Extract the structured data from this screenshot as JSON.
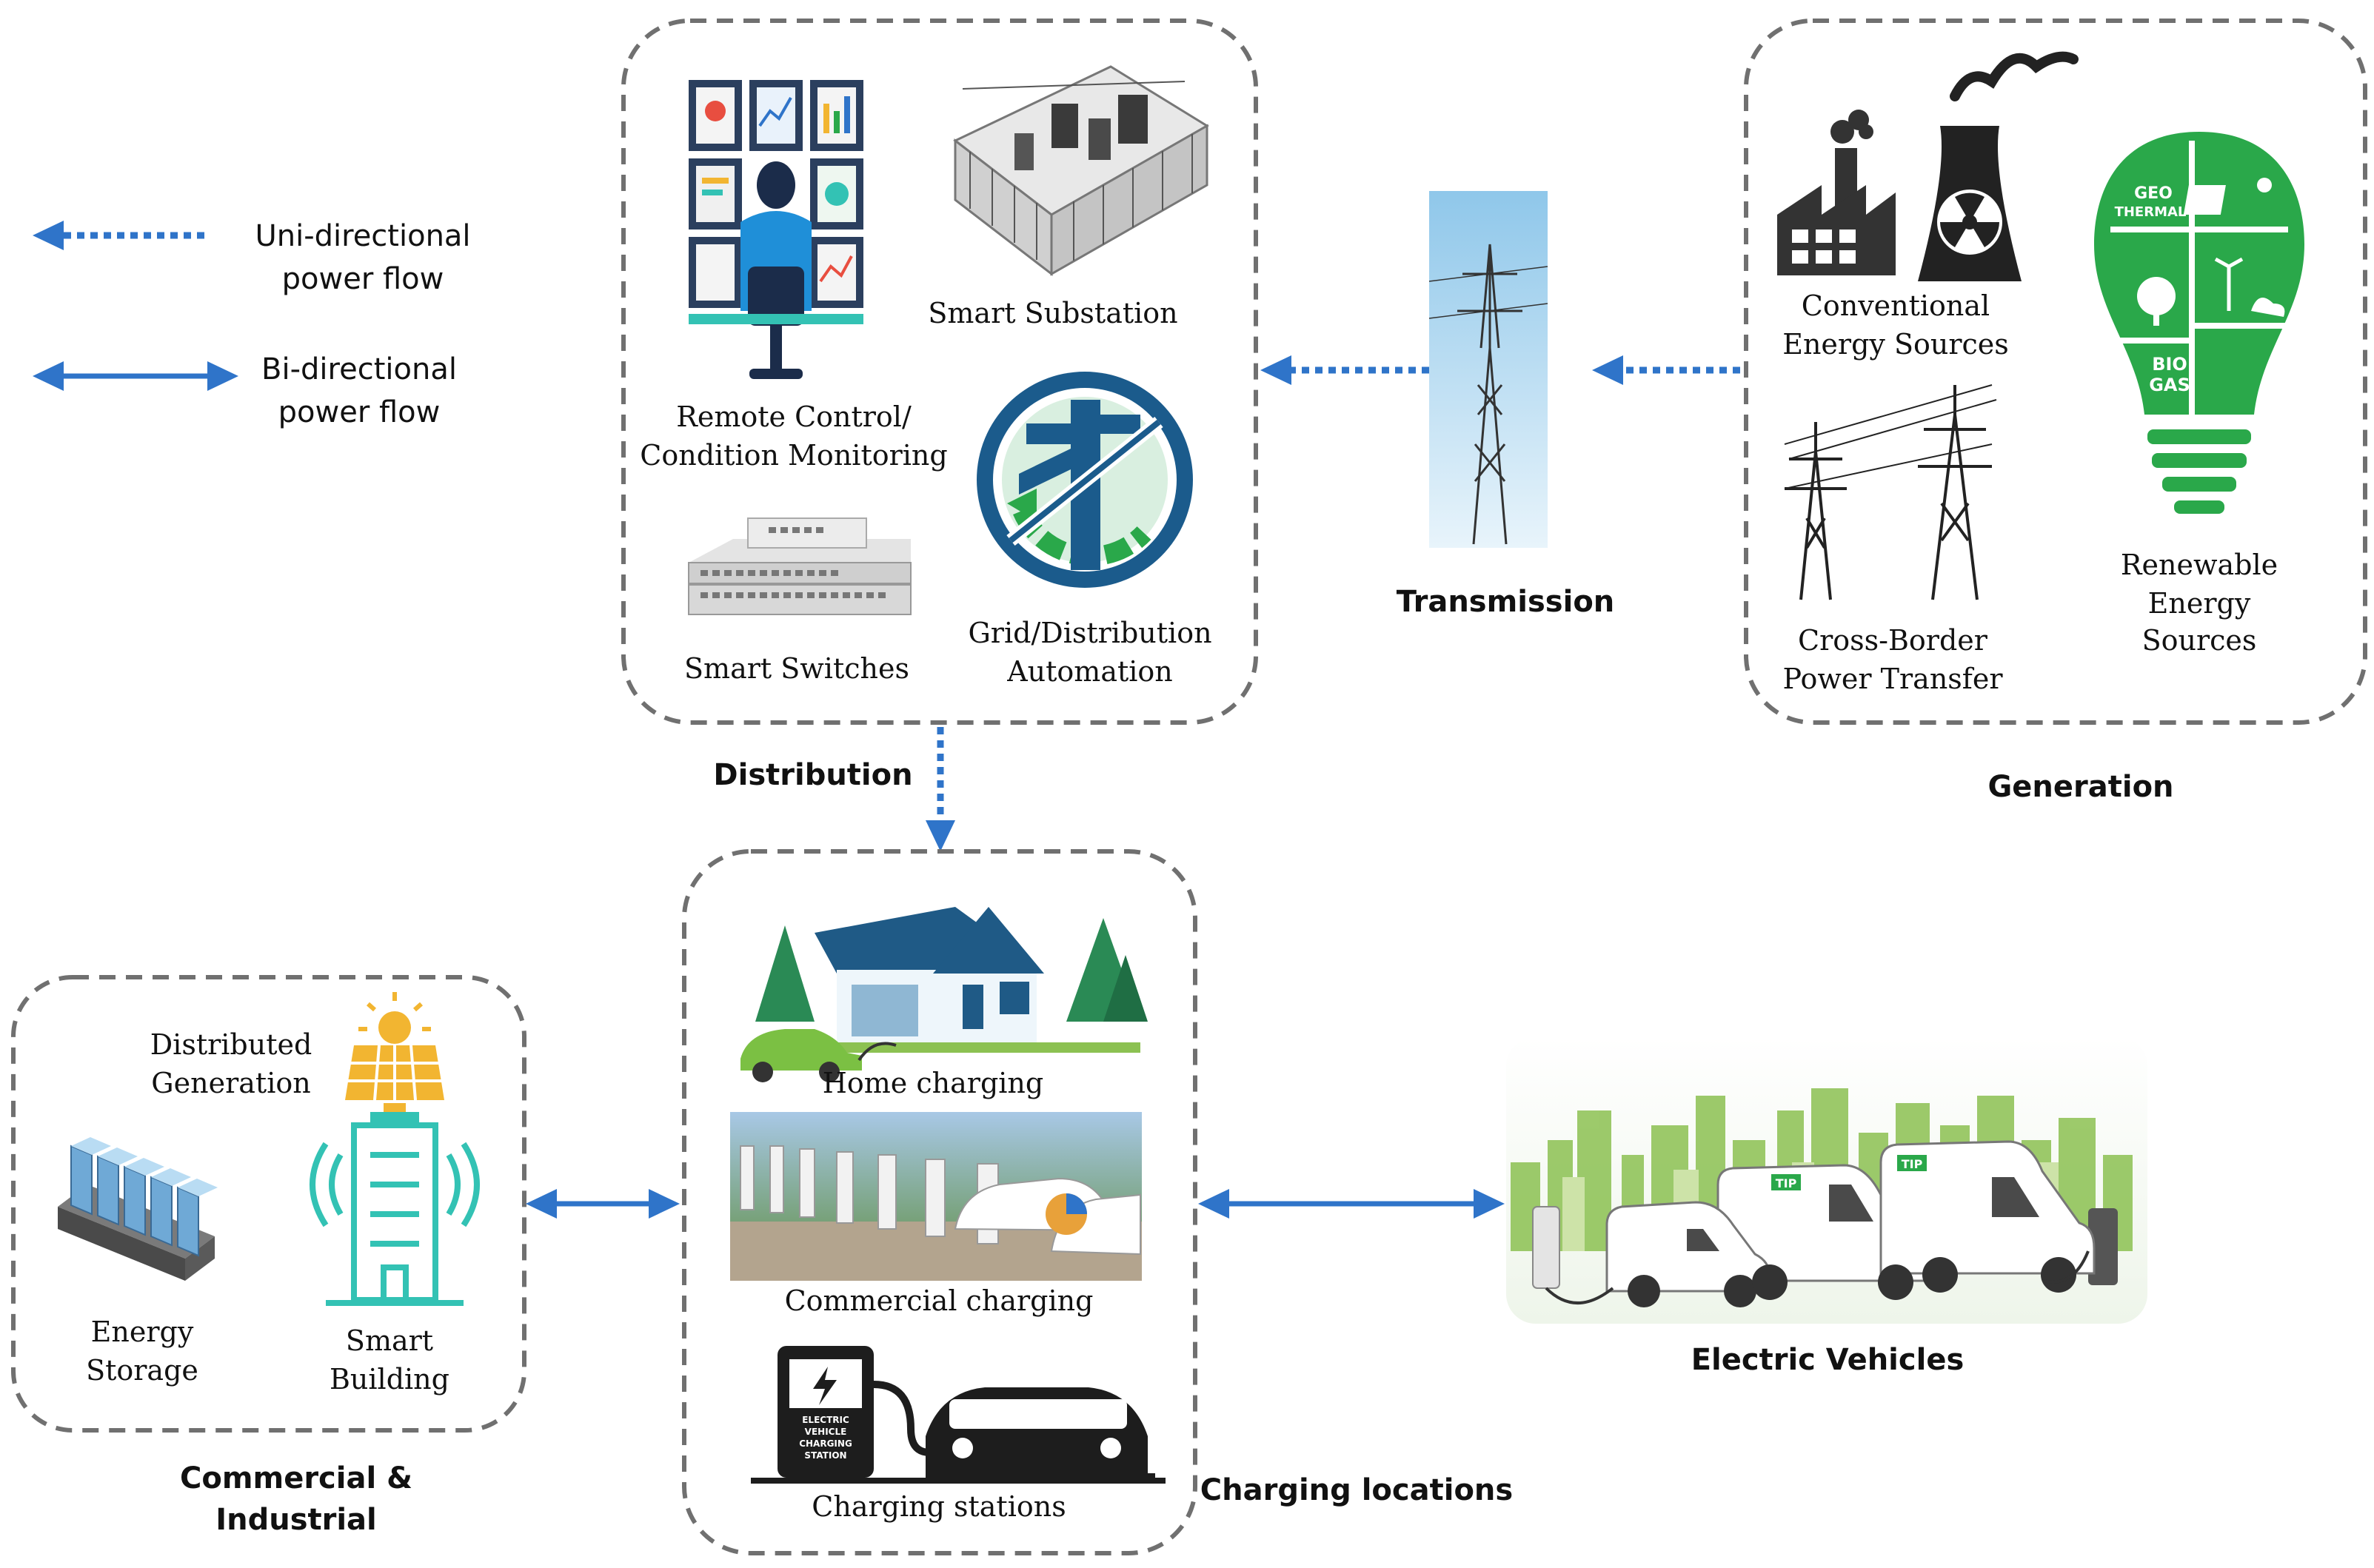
{
  "legend": {
    "uni_line1": "Uni-directional",
    "uni_line2": "power flow",
    "bi_line1": "Bi-directional",
    "bi_line2": "power flow"
  },
  "distribution": {
    "title": "Distribution",
    "remote_line1": "Remote Control/",
    "remote_line2": "Condition Monitoring",
    "substation": "Smart Substation",
    "switches": "Smart Switches",
    "automation_line1": "Grid/Distribution",
    "automation_line2": "Automation"
  },
  "transmission": {
    "title": "Transmission"
  },
  "generation": {
    "title": "Generation",
    "conventional_line1": "Conventional",
    "conventional_line2": "Energy  Sources",
    "crossborder_line1": "Cross-Border",
    "crossborder_line2": "Power Transfer",
    "renewable_line1": "Renewable",
    "renewable_line2": "Energy",
    "renewable_line3": "Sources",
    "bulb_geo": "GEO",
    "bulb_thermal": "THERMAL",
    "bulb_bio": "BIO",
    "bulb_gas": "GAS"
  },
  "charging": {
    "title": "Charging locations",
    "home": "Home charging",
    "commercial": "Commercial charging",
    "stations": "Charging stations",
    "station_sign": [
      "ELECTRIC",
      "VEHICLE",
      "CHARGING",
      "STATION"
    ]
  },
  "commercial": {
    "title_line1": "Commercial &",
    "title_line2": "Industrial",
    "dist_gen_line1": "Distributed",
    "dist_gen_line2": "Generation",
    "storage_line1": "Energy",
    "storage_line2": "Storage",
    "building_line1": "Smart",
    "building_line2": "Building"
  },
  "ev": {
    "title": "Electric Vehicles",
    "van_logo": "TIP"
  },
  "colors": {
    "arrow": "#2f74c9",
    "box": "#707070",
    "gold": "#f2b531",
    "teal": "#33c2b4",
    "green": "#2aa84a"
  }
}
